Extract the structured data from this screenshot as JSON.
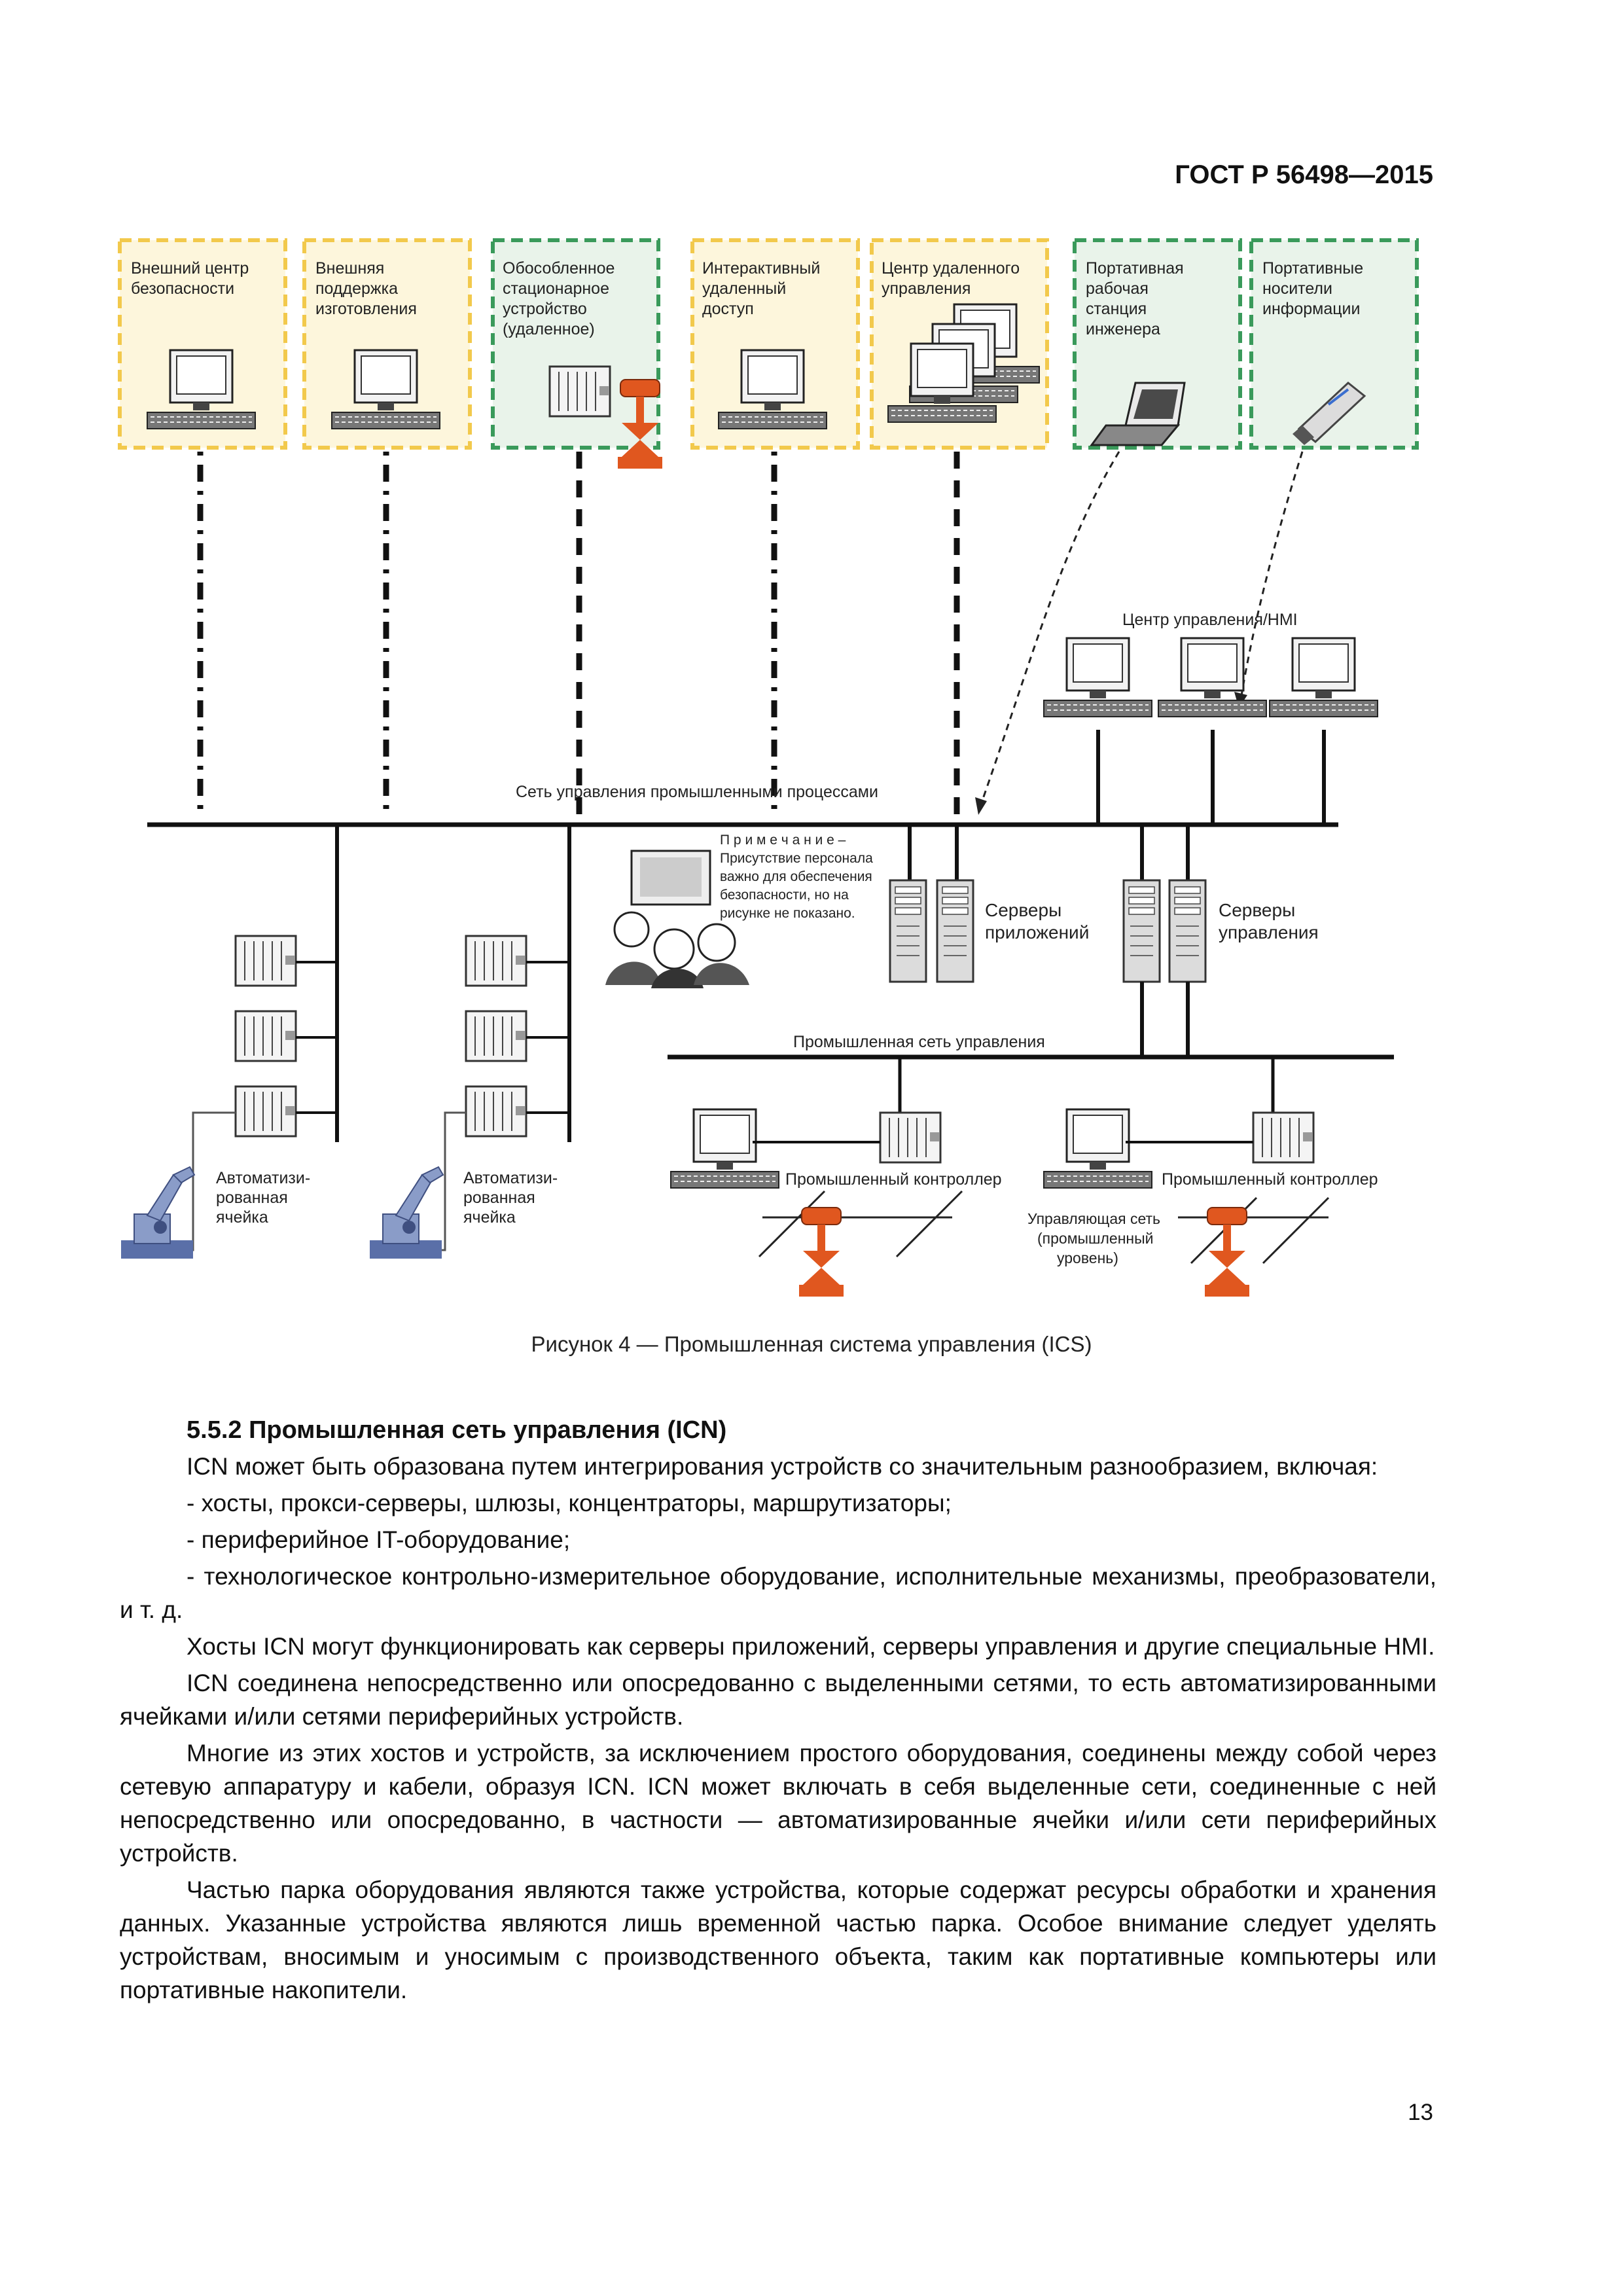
{
  "header": {
    "standard_code": "ГОСТ Р 56498—2015"
  },
  "figure": {
    "boxes": [
      {
        "label": "Внешний центр безопасности",
        "lines": [
          "Внешний центр",
          "безопасности"
        ]
      },
      {
        "label": "Внешняя поддержка изготовления",
        "lines": [
          "Внешняя",
          "поддержка",
          "изготовления"
        ]
      },
      {
        "label": "Обособленное стационарное устройство (удаленное)",
        "lines": [
          "Обособленное",
          "стационарное",
          "устройство",
          "(удаленное)"
        ]
      },
      {
        "label": "Интерактивный удаленный доступ",
        "lines": [
          "Интерактивный",
          "удаленный",
          "доступ"
        ]
      },
      {
        "label": "Центр удаленного управления",
        "lines": [
          "Центр удаленного",
          "управления"
        ]
      },
      {
        "label": "Портативная рабочая станция инженера",
        "lines": [
          "Портативная",
          "рабочая",
          "станция",
          "инженера"
        ]
      },
      {
        "label": "Портативные носители информации",
        "lines": [
          "Портативные",
          "носители",
          "информации"
        ]
      }
    ],
    "hmi_center": "Центр управления/HMI",
    "process_network": "Сеть управления промышленными процессами",
    "note_lines": [
      "П р и м е ч а н и е –",
      "Присутствие персонала",
      "важно для обеспечения",
      "безопасности, но на",
      "рисунке не показано."
    ],
    "app_servers": [
      "Серверы",
      "приложений"
    ],
    "control_servers": [
      "Серверы",
      "управления"
    ],
    "industrial_network": "Промышленная сеть управления",
    "cell_lines": [
      "Автоматизи-",
      "рованная",
      "ячейка"
    ],
    "controller": "Промышленный контроллер",
    "control_net_lines": [
      "Управляющая сеть",
      "(промышленный",
      "уровень)"
    ],
    "colors": {
      "yellow_border": "#f2c94c",
      "yellow_fill": "#fdf6dc",
      "green_border": "#3a9a5b",
      "green_fill": "#e9f3ea",
      "valve": "#e0571f"
    },
    "caption": "Рисунок 4 — Промышленная система управления (ICS)"
  },
  "section": {
    "heading": "5.5.2 Промышленная сеть управления (ICN)",
    "intro": "ICN может быть образована путем интегрирования устройств со значительным разнообразием, включая:",
    "list": [
      "- хосты, прокси-серверы, шлюзы, концентраторы, маршрутизаторы;",
      "- периферийное IT-оборудование;",
      "- технологическое контрольно-измерительное оборудование, исполнительные механизмы, преобразователи, и т. д."
    ],
    "paragraphs": [
      "Хосты ICN могут функционировать как серверы приложений, серверы управления и другие специальные HMI.",
      "ICN соединена непосредственно или опосредованно с выделенными сетями, то есть автоматизированными ячейками и/или сетями периферийных устройств.",
      "Многие из этих хостов и устройств, за исключением простого оборудования, соединены между собой через сетевую аппаратуру и кабели, образуя ICN. ICN может включать в себя выделенные сети, соединенные с ней непосредственно или опосредованно, в частности — автоматизированные ячейки и/или сети периферийных устройств.",
      "Частью парка оборудования являются также устройства, которые содержат ресурсы обработки и хранения данных. Указанные устройства являются лишь временной частью парка. Особое внимание следует уделять устройствам, вносимым и уносимым с производственного объекта, таким как портативные компьютеры или портативные накопители."
    ]
  },
  "page_number": "13"
}
